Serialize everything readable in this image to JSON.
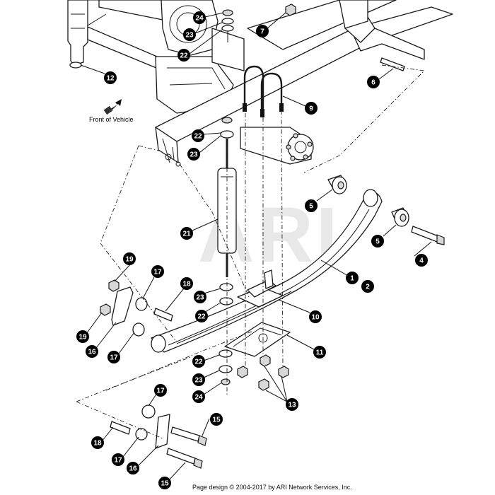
{
  "diagram": {
    "front_label": "Front of Vehicle",
    "watermark": "ARI",
    "footer": "Page design © 2004-2017 by ARI Network Services, Inc.",
    "callouts": [
      {
        "id": "c24a",
        "num": "24"
      },
      {
        "id": "c23a",
        "num": "23"
      },
      {
        "id": "c22a",
        "num": "22"
      },
      {
        "id": "c7",
        "num": "7"
      },
      {
        "id": "c12",
        "num": "12"
      },
      {
        "id": "c6",
        "num": "6"
      },
      {
        "id": "c9",
        "num": "9"
      },
      {
        "id": "c22b",
        "num": "22"
      },
      {
        "id": "c23b",
        "num": "23"
      },
      {
        "id": "c5a",
        "num": "5"
      },
      {
        "id": "c5b",
        "num": "5"
      },
      {
        "id": "c4",
        "num": "4"
      },
      {
        "id": "c21",
        "num": "21"
      },
      {
        "id": "c1",
        "num": "1"
      },
      {
        "id": "c2",
        "num": "2"
      },
      {
        "id": "c19a",
        "num": "19"
      },
      {
        "id": "c17a",
        "num": "17"
      },
      {
        "id": "c18a",
        "num": "18"
      },
      {
        "id": "c23c",
        "num": "23"
      },
      {
        "id": "c22c",
        "num": "22"
      },
      {
        "id": "c10",
        "num": "10"
      },
      {
        "id": "c19b",
        "num": "19"
      },
      {
        "id": "c16a",
        "num": "16"
      },
      {
        "id": "c17b",
        "num": "17"
      },
      {
        "id": "c11",
        "num": "11"
      },
      {
        "id": "c22d",
        "num": "22"
      },
      {
        "id": "c23d",
        "num": "23"
      },
      {
        "id": "c24b",
        "num": "24"
      },
      {
        "id": "c13",
        "num": "13"
      },
      {
        "id": "c17c",
        "num": "17"
      },
      {
        "id": "c15a",
        "num": "15"
      },
      {
        "id": "c18b",
        "num": "18"
      },
      {
        "id": "c17d",
        "num": "17"
      },
      {
        "id": "c16b",
        "num": "16"
      },
      {
        "id": "c15b",
        "num": "15"
      }
    ]
  }
}
